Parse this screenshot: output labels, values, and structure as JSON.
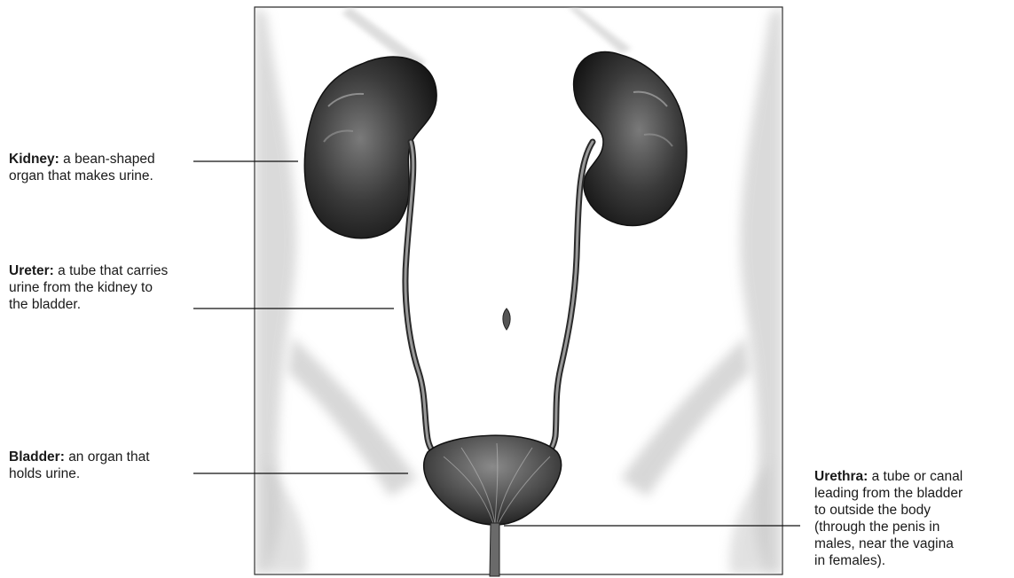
{
  "labels": {
    "kidney": {
      "term": "Kidney:",
      "lines": [
        "a bean-shaped",
        "organ that makes urine."
      ]
    },
    "ureter": {
      "term": "Ureter:",
      "lines": [
        "a tube that carries",
        "urine from the kidney to",
        "the bladder."
      ]
    },
    "bladder": {
      "term": "Bladder:",
      "lines": [
        "an organ that",
        "holds urine."
      ]
    },
    "urethra": {
      "term": "Urethra:",
      "lines": [
        "a tube or canal",
        "leading from the bladder",
        "to outside the body",
        "(through the penis in",
        "males, near the vagina",
        "in females)."
      ]
    }
  }
}
